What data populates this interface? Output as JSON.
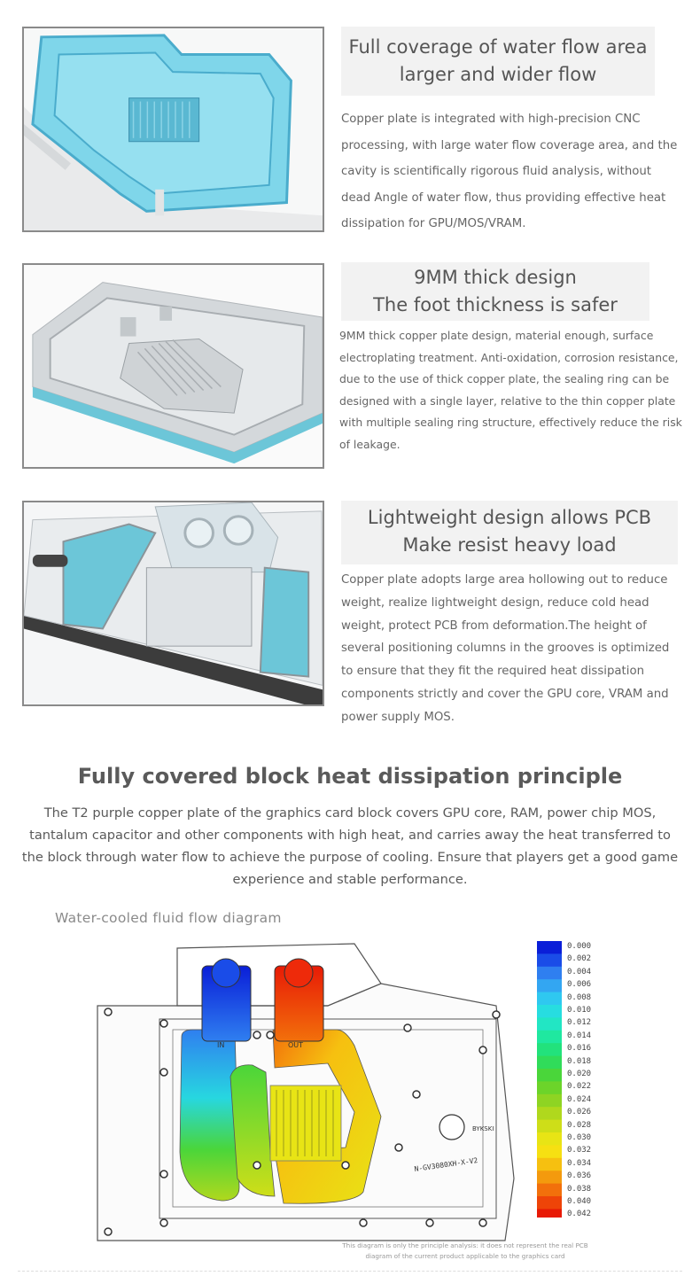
{
  "sections": [
    {
      "heading_line1": "Full coverage of water flow area",
      "heading_line2": "larger and wider flow",
      "body": "Copper plate is integrated with high-precision CNC processing, with large water flow coverage area, and the cavity is scientifically rigorous fluid analysis, without dead Angle of water flow, thus providing effective heat dissipation for GPU/MOS/VRAM."
    },
    {
      "heading_line1": "9MM thick design",
      "heading_line2": "The foot thickness is safer",
      "body": "9MM thick copper plate design, material enough, surface electroplating treatment. Anti-oxidation, corrosion resistance, due to the use of thick copper plate, the sealing ring can be designed with a single layer, relative to the thin copper plate with multiple sealing ring structure, effectively reduce the risk of leakage."
    },
    {
      "heading_line1": "Lightweight design allows PCB",
      "heading_line2": "Make resist heavy load",
      "body": "Copper plate adopts large area hollowing out to reduce weight, realize lightweight design, reduce cold head weight, protect PCB from deformation.The height of several positioning columns in the grooves is optimized to ensure that they fit the required heat dissipation components strictly and cover the GPU core, VRAM and power supply MOS."
    }
  ],
  "principle": {
    "title": "Fully covered block heat dissipation principle",
    "body": "The T2 purple copper plate of the graphics card block covers GPU core, RAM, power chip MOS, tantalum capacitor and other components with high heat, and carries away the heat transferred to the block through water flow to achieve the purpose of cooling. Ensure that players get a good game experience and stable performance."
  },
  "diagram": {
    "caption": "Water-cooled fluid flow diagram",
    "port_in_label": "IN",
    "port_out_label": "OUT",
    "model_label": "N-GV3080XH-X-V2",
    "logo_label": "BYKSKI",
    "disclaimer_line1": "This diagram is only the principle analysis: it does not represent the real PCB",
    "disclaimer_line2": "diagram of the current product applicable to the graphics card"
  },
  "legend": {
    "values": [
      "0.000",
      "0.002",
      "0.004",
      "0.006",
      "0.008",
      "0.010",
      "0.012",
      "0.014",
      "0.016",
      "0.018",
      "0.020",
      "0.022",
      "0.024",
      "0.026",
      "0.028",
      "0.030",
      "0.032",
      "0.034",
      "0.036",
      "0.038",
      "0.040",
      "0.042"
    ],
    "colors": [
      "#0a1ed8",
      "#1a4ce8",
      "#2f7ff0",
      "#33a6f2",
      "#2fc8f0",
      "#27dde0",
      "#22e6c4",
      "#1fe8a0",
      "#22e27c",
      "#30dc5a",
      "#4ad63a",
      "#6cd42a",
      "#8ed423",
      "#b0d81d",
      "#cede18",
      "#e8e415",
      "#f6e012",
      "#f6c010",
      "#f49a0d",
      "#f2700b",
      "#ee4408",
      "#e81a06"
    ]
  },
  "colors": {
    "accent_blue": "#6cc6d8",
    "inlet_blue": "#1a3ae0",
    "outlet_red": "#e8201a"
  }
}
